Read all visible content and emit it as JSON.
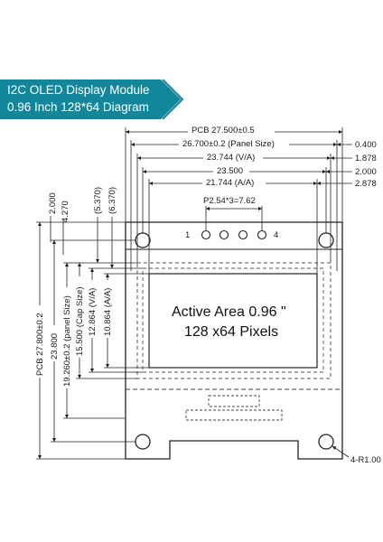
{
  "title": {
    "line1": "I2C OLED Display Module",
    "line2": "0.96 Inch 128*64 Diagram",
    "bg_color": "#12869a"
  },
  "horizontal_dims": {
    "pcb_width": "PCB 27.500±0.5",
    "panel_size": "26.700±0.2 (Panel Size)",
    "va_width": "23.744 (V/A)",
    "hole_span": "23.500",
    "aa_width": "21.744 (A/A)",
    "pin_pitch": "P2.54*3=7.62"
  },
  "right_dims": {
    "r1": "0.400",
    "r2": "1.878",
    "r3": "2.000",
    "r4": "2.878"
  },
  "vertical_dims": {
    "v1": "2.000",
    "v2": "4.270",
    "v3": "(5.370)",
    "v4": "(6.370)",
    "pcb_height": "PCB 27.800±0.2",
    "v6": "23.800",
    "panel_size": "19.260±0.2 (panel Size)",
    "cap_size": "15.500 (Cap Size)",
    "va_height": "12.864 (V/A)",
    "aa_height": "10.864 (A/A)"
  },
  "pins": {
    "first": "1",
    "last": "4"
  },
  "active_area": {
    "line1": "Active Area 0.96 \"",
    "line2": "128 x64 Pixels"
  },
  "corner_radius_note": "4-R1.00"
}
